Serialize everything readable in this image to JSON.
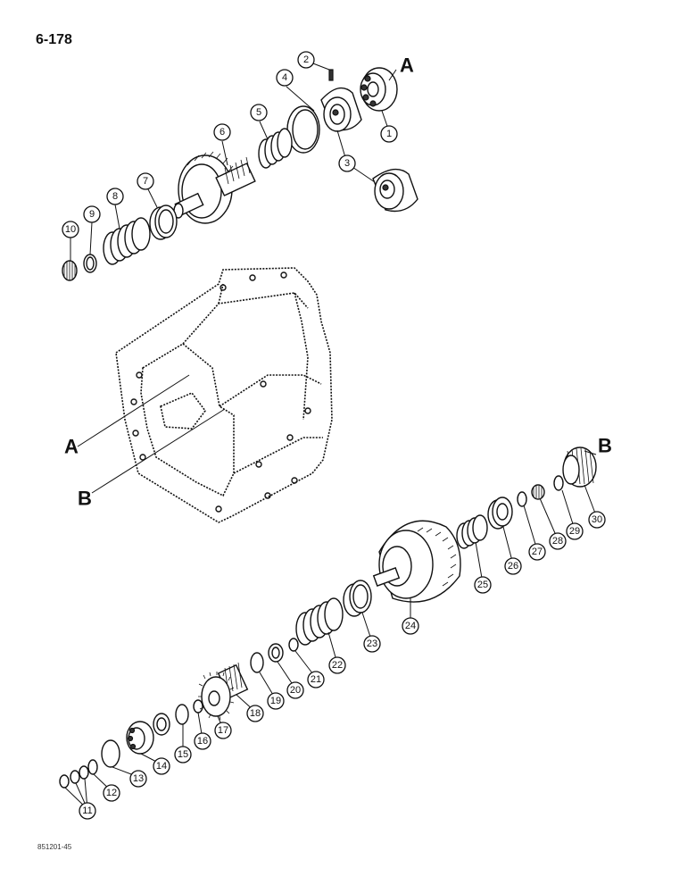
{
  "page": {
    "number": "6-178",
    "figure_code": "851201-45"
  },
  "references": {
    "a": "A",
    "b": "B"
  },
  "callouts": [
    "1",
    "2",
    "3",
    "4",
    "5",
    "6",
    "7",
    "8",
    "9",
    "10",
    "11",
    "12",
    "13",
    "14",
    "15",
    "16",
    "17",
    "18",
    "19",
    "20",
    "21",
    "22",
    "23",
    "24",
    "25",
    "26",
    "27",
    "28",
    "29",
    "30"
  ]
}
